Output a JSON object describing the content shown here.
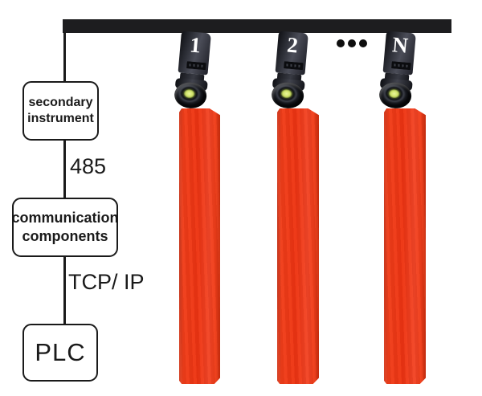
{
  "diagram": {
    "chain": {
      "boxes": [
        {
          "label": "secondary instrument"
        },
        {
          "label": "communication components"
        },
        {
          "label": "PLC"
        }
      ],
      "links": [
        {
          "label": "485"
        },
        {
          "label": "TCP/ IP"
        }
      ]
    },
    "sensors": {
      "items": [
        {
          "label": "1"
        },
        {
          "label": "2"
        },
        {
          "label": "N"
        }
      ],
      "ellipsis": "...",
      "icon": "pyrometer-camera-icon"
    },
    "billets": {
      "count": 3
    },
    "colors": {
      "rail": "#1d1d1f",
      "line": "#1a1a1a",
      "box_border": "#1a1a1a",
      "billet_red": "#ec3312",
      "lens_glow": "#cfe268",
      "sensor_body": "#2c2e36"
    }
  }
}
